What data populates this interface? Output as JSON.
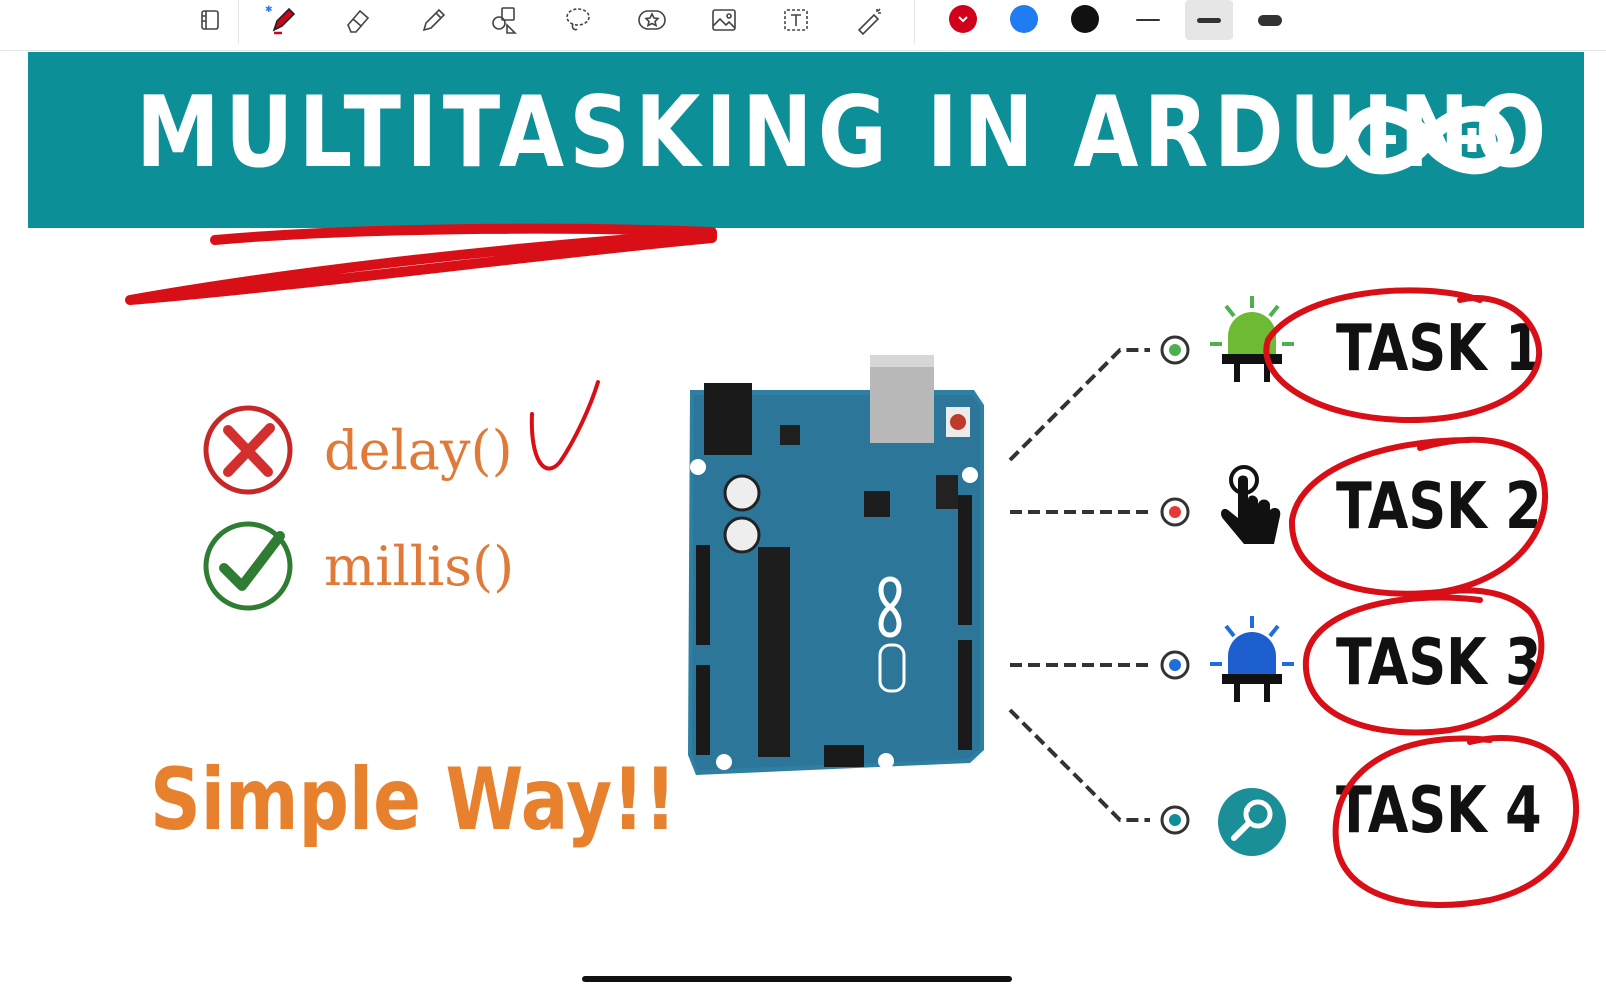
{
  "toolbar": {
    "tools": [
      {
        "icon": "pages-icon"
      },
      {
        "icon": "pen-icon"
      },
      {
        "icon": "eraser-icon"
      },
      {
        "icon": "highlighter-icon"
      },
      {
        "icon": "shapes-icon"
      },
      {
        "icon": "lasso-icon"
      },
      {
        "icon": "sticker-icon"
      },
      {
        "icon": "image-icon"
      },
      {
        "icon": "text-icon"
      },
      {
        "icon": "laser-pointer-icon"
      }
    ],
    "colors": [
      "#d0021b",
      "#1f7cf2",
      "#111111"
    ],
    "selected_color": "#d0021b",
    "thickness_options": [
      "thin",
      "medium",
      "thick"
    ],
    "selected_thickness": "medium"
  },
  "slide": {
    "title": "MULTITASKING IN ARDUINO",
    "banner_color": "#0c8f96",
    "delay_label": "delay()",
    "millis_label": "millis()",
    "footer": "Simple Way!!",
    "tasks": [
      "TASK 1",
      "TASK 2",
      "TASK 3",
      "TASK 4"
    ]
  }
}
